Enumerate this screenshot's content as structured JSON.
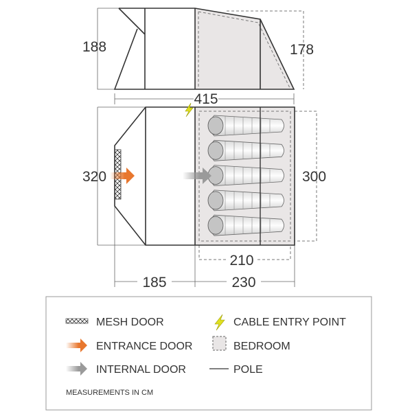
{
  "dimensions": {
    "side_height_front": "188",
    "side_height_rear": "178",
    "total_length": "415",
    "total_width": "320",
    "bedroom_width": "300",
    "bedroom_length": "210",
    "porch_length": "185",
    "inner_length": "230"
  },
  "sleeping_bags": 5,
  "legend": {
    "mesh_door": "MESH DOOR",
    "entrance_door": "ENTRANCE DOOR",
    "internal_door": "INTERNAL DOOR",
    "cable_entry": "CABLE ENTRY POINT",
    "bedroom": "BEDROOM",
    "pole": "POLE",
    "note": "MEASUREMENTS IN CM"
  },
  "colors": {
    "entrance_arrow": "#e8772e",
    "internal_arrow": "#9a9a9a",
    "bedroom_fill": "#e9e6e6",
    "cable_icon": "#e0e020"
  }
}
